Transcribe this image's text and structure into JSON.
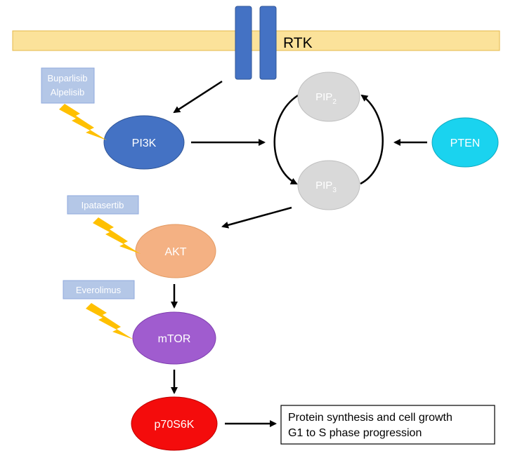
{
  "membrane": {
    "label": "RTK"
  },
  "nodes": {
    "pi3k": "PI3K",
    "pip2": {
      "base": "PIP",
      "sub": "2"
    },
    "pip3": {
      "base": "PIP",
      "sub": "3"
    },
    "pten": "PTEN",
    "akt": "AKT",
    "mtor": "mTOR",
    "p70s6k": "p70S6K"
  },
  "inhibitors": {
    "pi3k": [
      "Buparlisib",
      "Alpelisib"
    ],
    "akt": "Ipatasertib",
    "mtor": "Everolimus"
  },
  "outcome": {
    "line1": "Protein synthesis and cell growth",
    "line2": "G1 to S phase progression"
  },
  "colors": {
    "membrane": "#fbe29a",
    "rtk": "#4472c4",
    "pi3k": "#4472c4",
    "pip": "#d9d9d9",
    "pten": "#1ad3ef",
    "akt": "#f4b183",
    "mtor": "#a05ccf",
    "p70s6k": "#f40c0c",
    "drug_box": "#b4c7e7",
    "lightning": "#ffc000"
  }
}
